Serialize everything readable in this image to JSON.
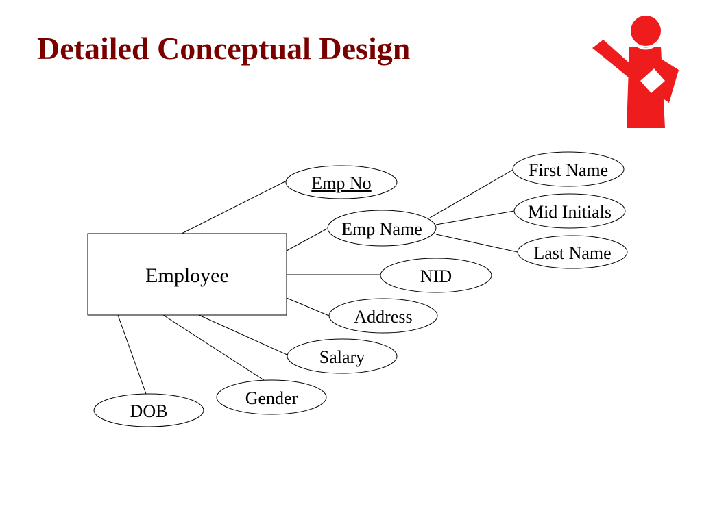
{
  "slide": {
    "title": "Detailed Conceptual Design",
    "accent_color": "#7a0000",
    "logo_icon": "presenter-figure-icon",
    "logo_color": "#ee1c1c"
  },
  "diagram": {
    "entity": {
      "name": "Employee"
    },
    "attributes": {
      "emp_no": {
        "name": "Emp No",
        "is_key": true
      },
      "emp_name": {
        "name": "Emp Name",
        "composite": true
      },
      "first_name": {
        "name": "First Name"
      },
      "mid_initials": {
        "name": "Mid Initials"
      },
      "last_name": {
        "name": "Last Name"
      },
      "nid": {
        "name": "NID"
      },
      "address": {
        "name": "Address"
      },
      "salary": {
        "name": "Salary"
      },
      "gender": {
        "name": "Gender"
      },
      "dob": {
        "name": "DOB"
      }
    }
  }
}
